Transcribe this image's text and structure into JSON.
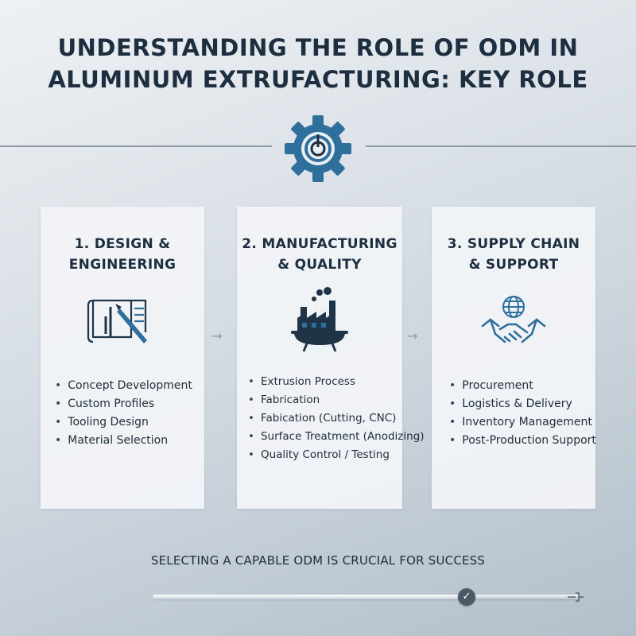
{
  "title": {
    "line1": "UNDERSTANDING THE ROLE OF ODM IN",
    "line2": "ALUMINUM EXTRUFACTURING: KEY ROLE"
  },
  "header_icon": "gear-icon",
  "cards": [
    {
      "title_line1": "1. DESIGN &",
      "title_line2": "ENGINEERING",
      "icon": "blueprint-tools-icon",
      "items": [
        "Concept Development",
        "Custom Profiles",
        "Tooling Design",
        "Material Selection"
      ]
    },
    {
      "title_line1": "2. MANUFACTURING",
      "title_line2": "& QUALITY",
      "icon": "factory-crucible-icon",
      "items": [
        "Extrusion Process",
        "Fabrication",
        "Fabication (Cutting, CNC)",
        "Surface Treatment (Anodizing)",
        "Quality Control / Testing"
      ]
    },
    {
      "title_line1": "3. SUPPLY CHAIN",
      "title_line2": "& SUPPORT",
      "icon": "globe-handshake-icon",
      "items": [
        "Procurement",
        "Logistics & Delivery",
        "Inventory Management",
        "Post-Production Support"
      ]
    }
  ],
  "arrows": [
    "→",
    "→"
  ],
  "footer": "SELECTING A CAPABLE ODM IS CRUCIAL FOR SUCCESS",
  "progress": {
    "fraction": 0.73,
    "check_glyph": "✓"
  },
  "colors": {
    "accent": "#2f6f9c",
    "title": "#1d2e40",
    "icon_dark": "#1f3447"
  }
}
